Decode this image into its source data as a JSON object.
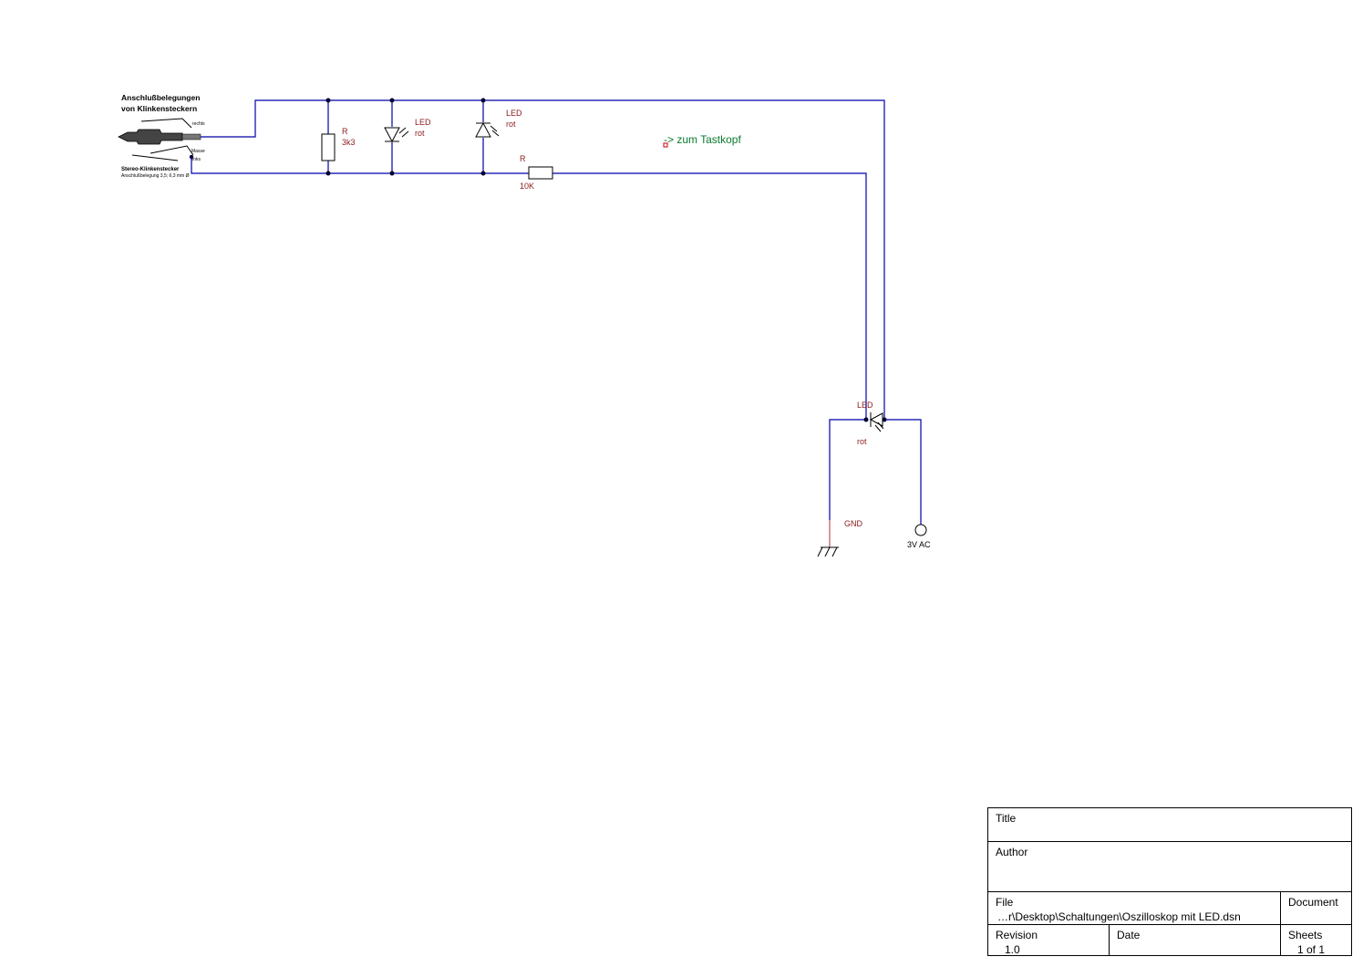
{
  "connector": {
    "title_line1": "Anschlußbelegungen",
    "title_line2": "von Klinkensteckern",
    "pin_rechts": "rechts",
    "pin_masse": "Masse",
    "pin_links": "links",
    "caption_line1": "Stereo-Klinkenstecker",
    "caption_line2": "Anschlußbelegung 3,5; 6,3 mm Ø"
  },
  "components": {
    "r1": {
      "type": "R",
      "value": "3k3"
    },
    "led1": {
      "type": "LED",
      "value": "rot"
    },
    "led2": {
      "type": "LED",
      "value": "rot"
    },
    "r2": {
      "type": "R",
      "value": "10K"
    },
    "led3": {
      "type": "LED",
      "value": "rot"
    },
    "gnd": "GND",
    "source": "3V AC"
  },
  "note": "-> zum Tastkopf",
  "title_block": {
    "title_label": "Title",
    "title_value": "",
    "author_label": "Author",
    "author_value": "",
    "file_label": "File",
    "file_value": "…r\\Desktop\\Schaltungen\\Oszilloskop mit LED.dsn",
    "document_label": "Document",
    "document_value": "",
    "revision_label": "Revision",
    "revision_value": "1.0",
    "date_label": "Date",
    "date_value": "",
    "sheets_label": "Sheets",
    "sheets_value": "1 of 1"
  },
  "colors": {
    "wire": "#0000aa",
    "label": "#8b1a1a",
    "note": "#0a7a2a"
  }
}
